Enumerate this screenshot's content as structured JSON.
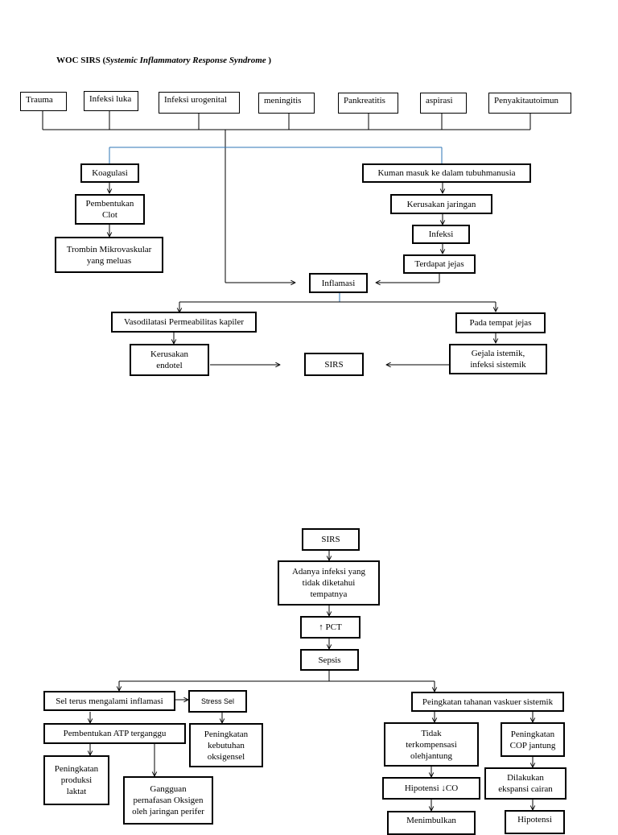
{
  "title": {
    "prefix": "WOC SIRS (",
    "italic": "Systemic Inflammatory Response Syndrome",
    "suffix": " )"
  },
  "nodes": {
    "trauma": "Trauma",
    "infeksi_luka": "Infeksi luka",
    "infeksi_urogenital": "Infeksi urogenital",
    "meningitis": "meningitis",
    "pankreatitis": "Pankreatitis",
    "aspirasi": "aspirasi",
    "autoimun": "Penyakitautoimun",
    "koagulasi": "Koagulasi",
    "pembentukan_clot": "Pembentukan\nClot",
    "trombin": "Trombin Mikrovaskular\nyang meluas",
    "kuman": "Kuman masuk ke dalam tubuhmanusia",
    "kerusakan_jaringan": "Kerusakan jaringan",
    "infeksi": "Infeksi",
    "terdapat_jejas": "Terdapat jejas",
    "inflamasi": "Inflamasi",
    "vasodilatasi": "Vasodilatasi Permeabilitas kapiler",
    "pada_tempat_jejas": "Pada tempat jejas",
    "kerusakan_endotel": "Kerusakan\nendotel",
    "sirs_1": "SIRS",
    "gejala": "Gejala istemik,\ninfeksi sistemik",
    "sirs_2": "SIRS",
    "adanya_infeksi": "Adanya infeksi yang\ntidak diketahui\ntempatnya",
    "pct": "↑  PCT",
    "sepsis": "Sepsis",
    "sel_inflamasi": "Sel terus mengalami inflamasi",
    "stress_sel": "Stress Sel",
    "peningkatan_tahanan": "Peingkatan tahanan vaskuer sistemik",
    "atp": "Pembentukan ATP terganggu",
    "kebutuhan_oksigen": "Peningkatan\nkebutuhan\noksigensel",
    "tidak_terkompensasi": "Tidak\nterkompensasi\nolehjantung",
    "cop_jantung": "Peningkatan\nCOP jantung",
    "laktat": "Peningkatan\nproduksi\nlaktat",
    "gangguan": "Gangguan\npernafasan Oksigen\noleh jaringan perifer",
    "hipotensi_co": "Hipotensi ↓CO",
    "ekspansi": "Dilakukan\nekspansi cairan",
    "menimbulkan": "Menimbulkan",
    "hipotensi": "Hipotensi"
  }
}
